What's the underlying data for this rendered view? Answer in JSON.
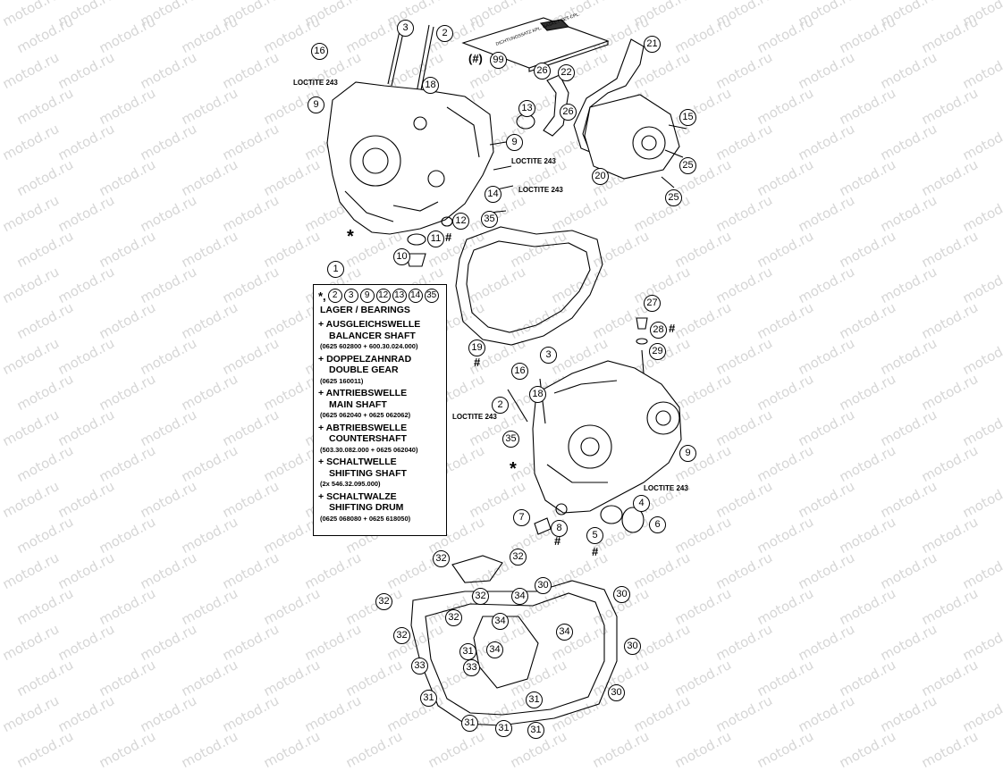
{
  "watermark": "motod.ru",
  "loctite_label": "LOCTITE 243",
  "hash_symbol": "#",
  "star_symbol": "*",
  "manual_ref": "(#)",
  "manual_booklet_text": "DICHTUNGSSATZ KPL. GASKET SET CPL.",
  "callouts": {
    "c3a": "3",
    "c2a": "2",
    "c16a": "16",
    "c9a": "9",
    "c18a": "18",
    "c99": "99",
    "c26a": "26",
    "c22": "22",
    "c21": "21",
    "c13": "13",
    "c26b": "26",
    "c9b": "9",
    "c15": "15",
    "c25a": "25",
    "c20": "20",
    "c25b": "25",
    "c14a": "14",
    "c35a": "35",
    "c12": "12",
    "c11": "11",
    "c10": "10",
    "c1": "1",
    "c19": "19",
    "c27": "27",
    "c28": "28",
    "c29": "29",
    "c3b": "3",
    "c16b": "16",
    "c18b": "18",
    "c2b": "2",
    "c35b": "35",
    "c9c": "9",
    "c4": "4",
    "c7": "7",
    "c8": "8",
    "c6": "6",
    "c5": "5",
    "c32a": "32",
    "c32b": "32",
    "c32c": "32",
    "c34a": "34",
    "c30a": "30",
    "c30b": "30",
    "c32d": "32",
    "c32e": "32",
    "c34b": "34",
    "c34c": "34",
    "c32f": "32",
    "c31a": "31",
    "c34d": "34",
    "c30c": "30",
    "c33a": "33",
    "c33b": "33",
    "c31b": "31",
    "c30d": "30",
    "c31c": "31",
    "c31d": "31",
    "c31e": "31",
    "c31f": "31"
  },
  "legend": {
    "star": "*,",
    "parts": [
      "2",
      "3",
      "9",
      "12",
      "13",
      "14",
      "35"
    ],
    "heading": "LAGER / BEARINGS",
    "items": [
      {
        "de": "AUSGLEICHSWELLE",
        "en": "BALANCER SHAFT",
        "num": "(0625 602800 + 600.30.024.000)"
      },
      {
        "de": "DOPPELZAHNRAD",
        "en": "DOUBLE GEAR",
        "num": "(0625 160011)"
      },
      {
        "de": "ANTRIEBSWELLE",
        "en": "MAIN SHAFT",
        "num": "(0625 062040 + 0625 062062)"
      },
      {
        "de": "ABTRIEBSWELLE",
        "en": "COUNTERSHAFT",
        "num": "(503.30.082.000 + 0625 062040)"
      },
      {
        "de": "SCHALTWELLE",
        "en": "SHIFTING SHAFT",
        "num": "(2x 546.32.095.000)"
      },
      {
        "de": "SCHALTWALZE",
        "en": "SHIFTING DRUM",
        "num": "(0625 068080 + 0625 618050)"
      }
    ]
  }
}
